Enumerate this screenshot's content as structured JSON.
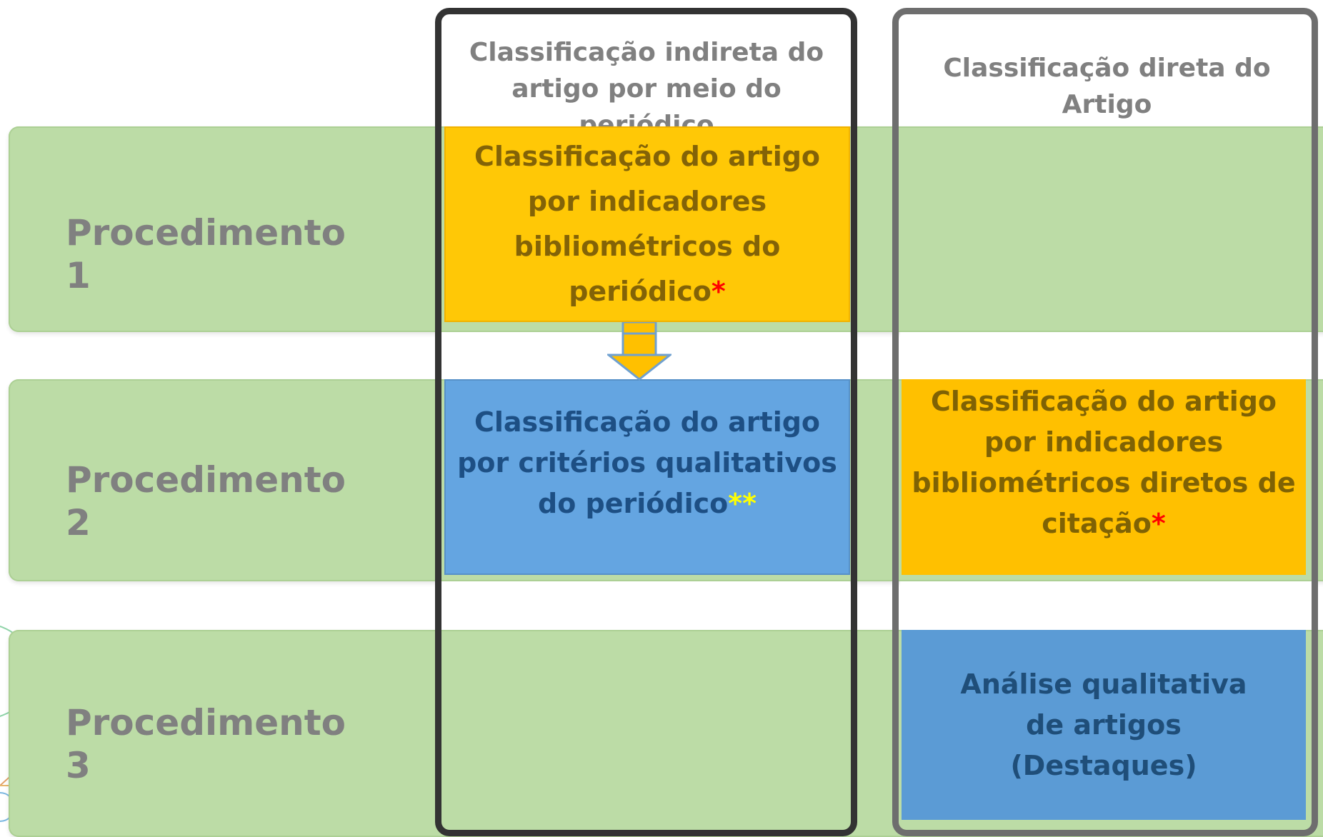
{
  "columns": {
    "indirect_title": "Classificação indireta do artigo por meio do periódico",
    "direct_title": "Classificação direta do Artigo"
  },
  "procedures": [
    "Procedimento 1",
    "Procedimento 2",
    "Procedimento 3"
  ],
  "boxes": {
    "p1_indirect": {
      "text": "Classificação do artigo por indicadores bibliométricos do periódico",
      "mark": "*"
    },
    "p2_indirect": {
      "text": "Classificação do artigo por critérios qualitativos do periódico",
      "mark": "**"
    },
    "p2_direct": {
      "text": "Classificação do artigo por indicadores bibliométricos diretos de citação",
      "mark": "*"
    },
    "p3_direct": {
      "text": "Análise qualitativa de artigos (Destaques)"
    }
  },
  "colors": {
    "band": "#bcdca6",
    "gold": "#ffc000",
    "blue": "#5b9bd5",
    "label_gray": "#808080",
    "red_mark": "#ff0000",
    "yellow_mark": "#ffff00"
  }
}
